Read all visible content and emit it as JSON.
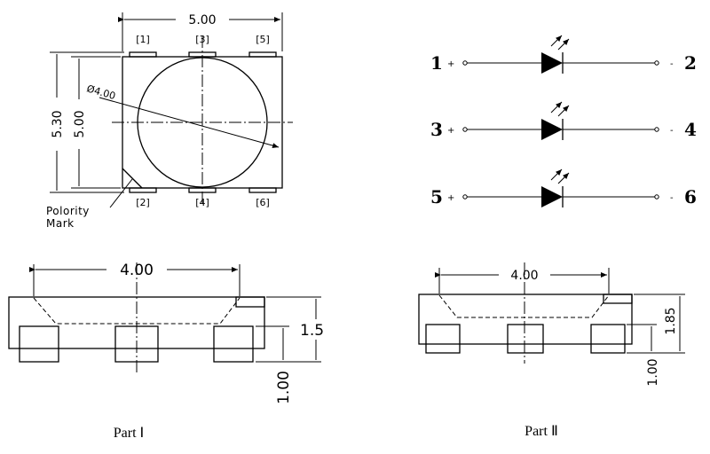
{
  "top_view": {
    "width_dim": "5.00",
    "height_outer_dim": "5.30",
    "height_inner_dim": "5.00",
    "lens_dim": "Ø4.00",
    "pins_top": [
      "[1]",
      "[3]",
      "[5]"
    ],
    "pins_bottom": [
      "[2]",
      "[4]",
      "[6]"
    ],
    "polarity_line1": "Polority",
    "polarity_line2": "Mark"
  },
  "schematic": {
    "rows": [
      {
        "left_num": "1",
        "left_sign": "+",
        "right_sign": "-",
        "right_num": "2"
      },
      {
        "left_num": "3",
        "left_sign": "+",
        "right_sign": "-",
        "right_num": "4"
      },
      {
        "left_num": "5",
        "left_sign": "+",
        "right_sign": "-",
        "right_num": "6"
      }
    ]
  },
  "side_view_1": {
    "width_dim": "4.00",
    "height_dim": "1.5",
    "pad_dim": "1.00",
    "caption": "Part Ⅰ"
  },
  "side_view_2": {
    "width_dim": "4.00",
    "height_dim": "1.85",
    "pad_dim": "1.00",
    "caption": "Part Ⅱ"
  }
}
